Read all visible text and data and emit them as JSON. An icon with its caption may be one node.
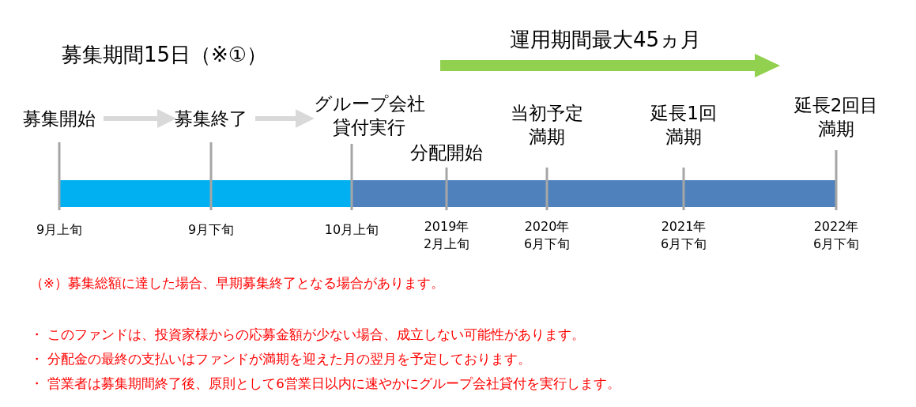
{
  "diagram": {
    "nodes": [
      {
        "text": [
          "募集開始"
        ]
      },
      {
        "text": [
          "募集終了"
        ]
      },
      {
        "text": [
          "グループ会社貸付実行"
        ]
      },
      {
        "text": [
          "分配開始"
        ]
      },
      {
        "text": [
          "当初予定満期"
        ]
      },
      {
        "text": [
          "延長1回満期"
        ]
      },
      {
        "text": [
          "延長2回目満期"
        ]
      }
    ],
    "edges": [
      {
        "from": 0,
        "to": 1,
        "arrow": "to"
      },
      {
        "from": 1,
        "to": 2,
        "arrow": "to"
      }
    ],
    "labels": [
      "募集期間15日（※①）",
      "運用期間最大45ヵ月",
      "9月上旬",
      "9月下旬",
      "10月上旬",
      "2019年2月上旬",
      "2020年6月下旬",
      "2021年6月下旬",
      "2022年6月下旬",
      "（※）募集総額に達した場合、早期募集終了となる場合があります。",
      "・ このファンドは、投資家様からの応募金額が少ない場合、成立しない可能性があります。",
      "・ 分配金の最終の支払いはファンドが満期を迎えた月の翌月を予定しております。",
      "・ 営業者は募集期間終了後、原則として6営業日以内に速やかにグループ会社貸付を実行します。"
    ]
  }
}
